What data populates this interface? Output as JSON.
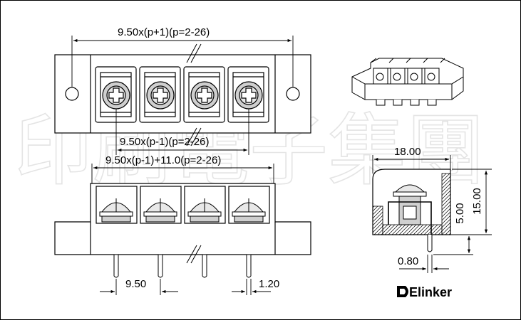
{
  "labels": {
    "top_width": "9.50x(p+1)(p=2-26)",
    "pin_span": "9.50x(p-1)(p=2-26)",
    "body_width": "9.50x(p-1)+11.0(p=2-26)",
    "side_width": "18.00",
    "height_total": "15.00",
    "height_pin": "5.00",
    "pin_thickness": "0.80",
    "pitch": "9.50",
    "pin_width": "1.20"
  },
  "brand": {
    "name": "Elinker"
  },
  "watermark": {
    "text": "印刷電子集團"
  },
  "colors": {
    "line": "#000000",
    "screw_fill": "#cfcfcf",
    "housing_fill": "#eeeeee",
    "watermark": "#e4e4e4"
  }
}
